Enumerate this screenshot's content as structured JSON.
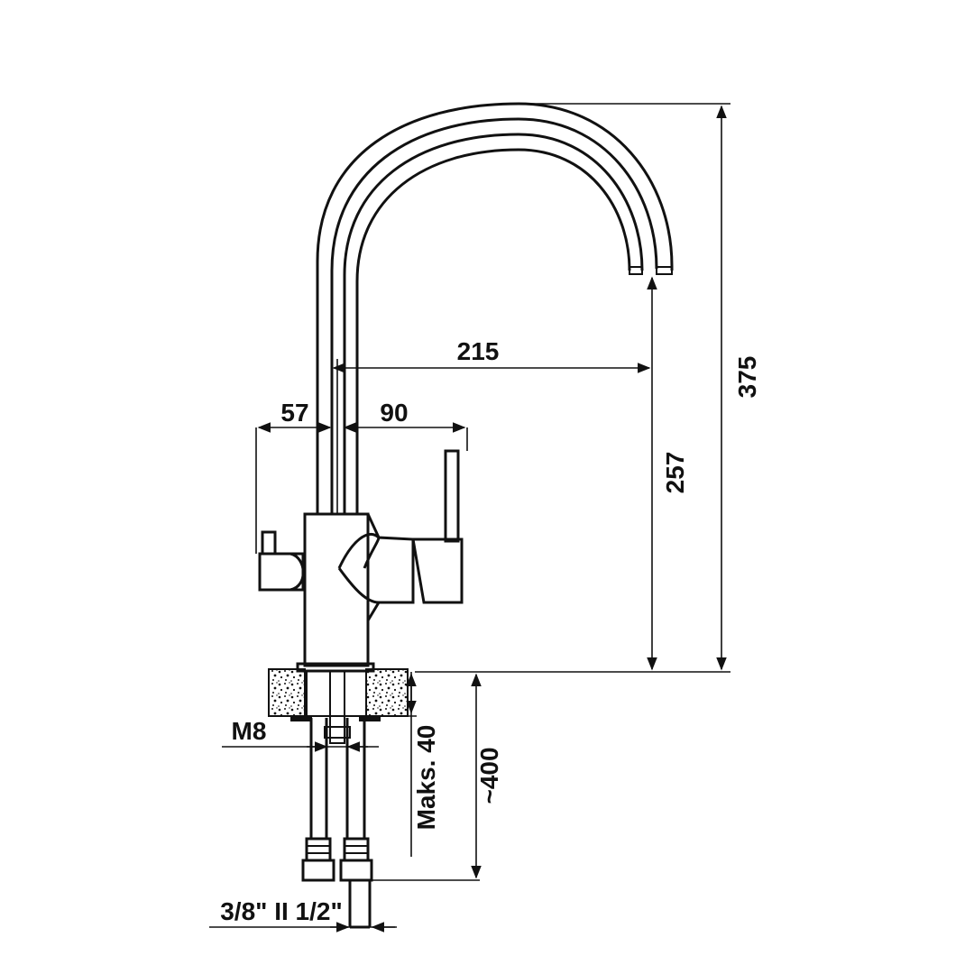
{
  "diagram": {
    "dimensions": {
      "total_height": "375",
      "spout_height": "257",
      "spout_reach": "215",
      "left_handle_offset": "57",
      "right_handle_offset": "90",
      "thread": "M8",
      "max_countertop_thickness": "Maks. 40",
      "hose_length": "~400",
      "connections": "3/8\" II 1/2\""
    }
  }
}
